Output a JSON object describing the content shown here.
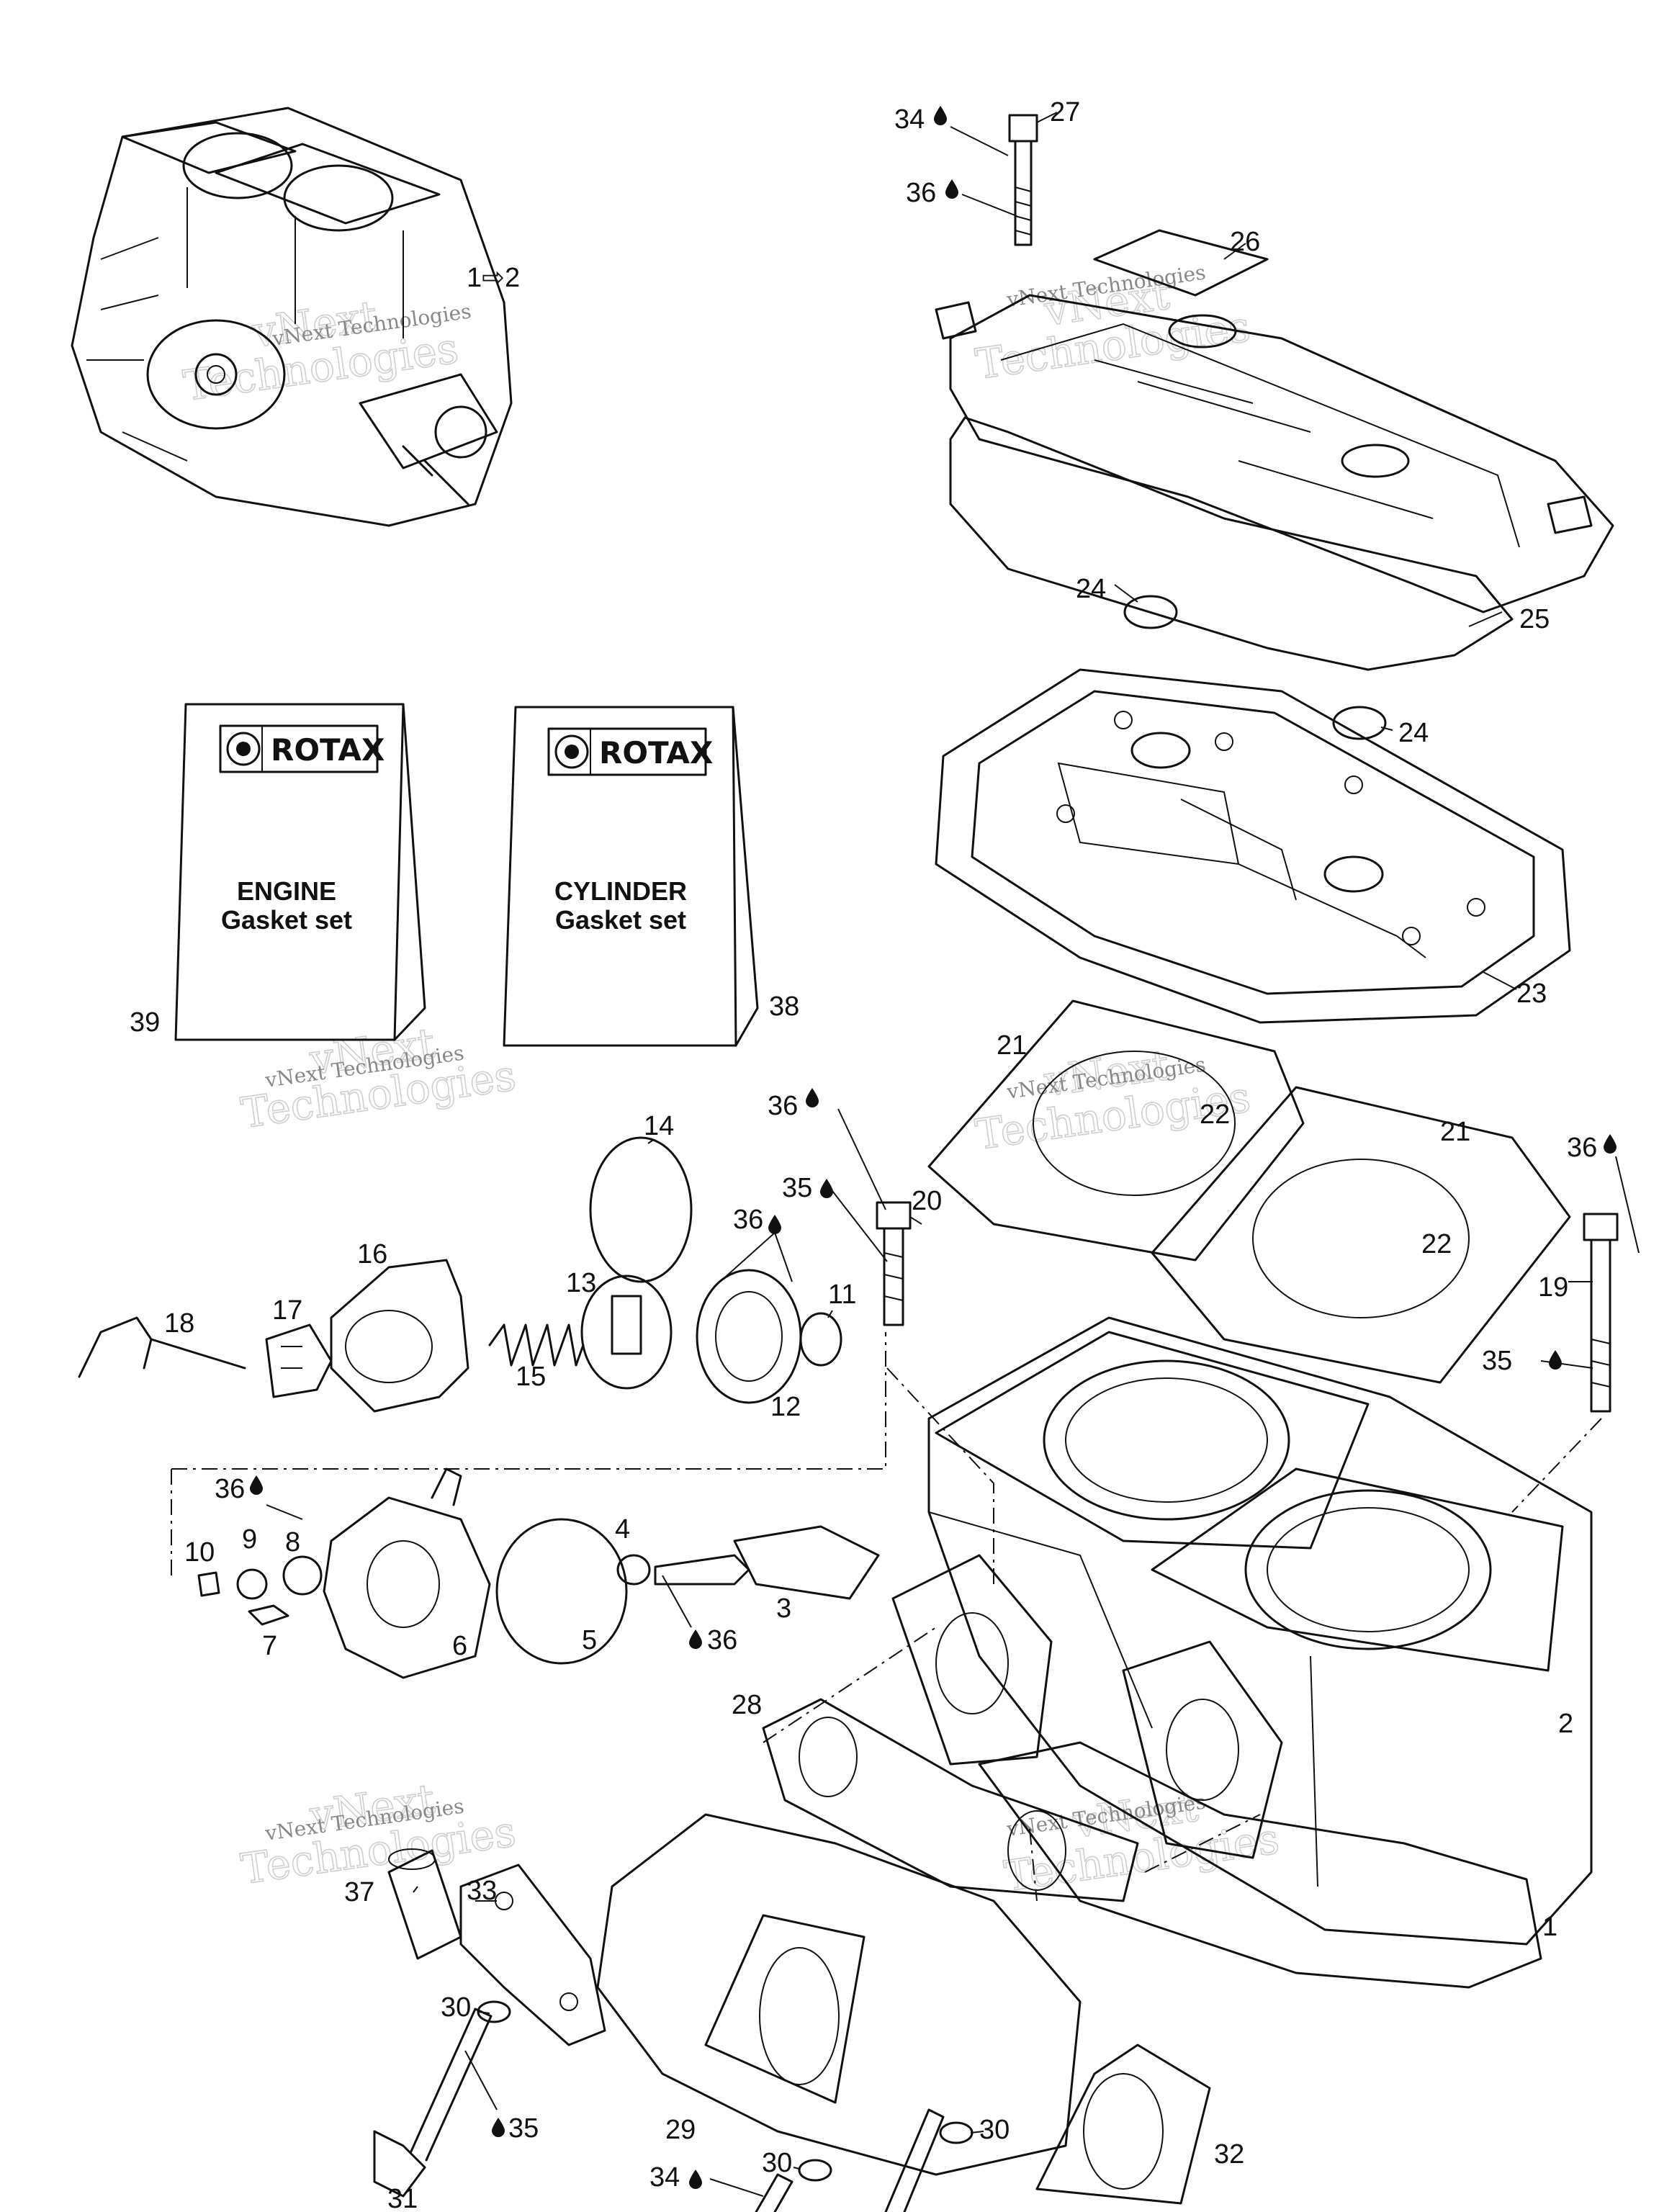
{
  "watermark": {
    "line1": "vNext",
    "line2": "Technologies",
    "small": "vNext Technologies"
  },
  "kits": [
    {
      "brand": "ROTAX",
      "line1": "ENGINE",
      "line2": "Gasket set",
      "ref": "39"
    },
    {
      "brand": "ROTAX",
      "line1": "CYLINDER",
      "line2": "Gasket set",
      "ref": "38"
    }
  ],
  "note": "1⇨2",
  "callouts": [
    {
      "id": "c34a",
      "text": "34"
    },
    {
      "id": "c27",
      "text": "27"
    },
    {
      "id": "c36a",
      "text": "36"
    },
    {
      "id": "c26",
      "text": "26"
    },
    {
      "id": "c24a",
      "text": "24"
    },
    {
      "id": "c25",
      "text": "25"
    },
    {
      "id": "c24b",
      "text": "24"
    },
    {
      "id": "c23",
      "text": "23"
    },
    {
      "id": "c21a",
      "text": "21"
    },
    {
      "id": "c22a",
      "text": "22"
    },
    {
      "id": "c21b",
      "text": "21"
    },
    {
      "id": "c22b",
      "text": "22"
    },
    {
      "id": "c36b",
      "text": "36"
    },
    {
      "id": "c35a",
      "text": "35"
    },
    {
      "id": "c20",
      "text": "20"
    },
    {
      "id": "c36c",
      "text": "36"
    },
    {
      "id": "c19",
      "text": "19"
    },
    {
      "id": "c35b",
      "text": "35"
    },
    {
      "id": "c14",
      "text": "14"
    },
    {
      "id": "c36d",
      "text": "36"
    },
    {
      "id": "c16",
      "text": "16"
    },
    {
      "id": "c13",
      "text": "13"
    },
    {
      "id": "c11",
      "text": "11"
    },
    {
      "id": "c18",
      "text": "18"
    },
    {
      "id": "c17",
      "text": "17"
    },
    {
      "id": "c15",
      "text": "15"
    },
    {
      "id": "c12",
      "text": "12"
    },
    {
      "id": "c36e",
      "text": "36"
    },
    {
      "id": "c10",
      "text": "10"
    },
    {
      "id": "c9",
      "text": "9"
    },
    {
      "id": "c8",
      "text": "8"
    },
    {
      "id": "c4",
      "text": "4"
    },
    {
      "id": "c3",
      "text": "3"
    },
    {
      "id": "c7",
      "text": "7"
    },
    {
      "id": "c6",
      "text": "6"
    },
    {
      "id": "c5",
      "text": "5"
    },
    {
      "id": "c36f",
      "text": "36"
    },
    {
      "id": "c28",
      "text": "28"
    },
    {
      "id": "c2",
      "text": "2"
    },
    {
      "id": "c37",
      "text": "37"
    },
    {
      "id": "c33",
      "text": "33"
    },
    {
      "id": "c1",
      "text": "1"
    },
    {
      "id": "c30a",
      "text": "30"
    },
    {
      "id": "c35c",
      "text": "35"
    },
    {
      "id": "c29",
      "text": "29"
    },
    {
      "id": "c31",
      "text": "31"
    },
    {
      "id": "c34b",
      "text": "34"
    },
    {
      "id": "c30b",
      "text": "30"
    },
    {
      "id": "c30c",
      "text": "30"
    },
    {
      "id": "c32",
      "text": "32"
    }
  ]
}
